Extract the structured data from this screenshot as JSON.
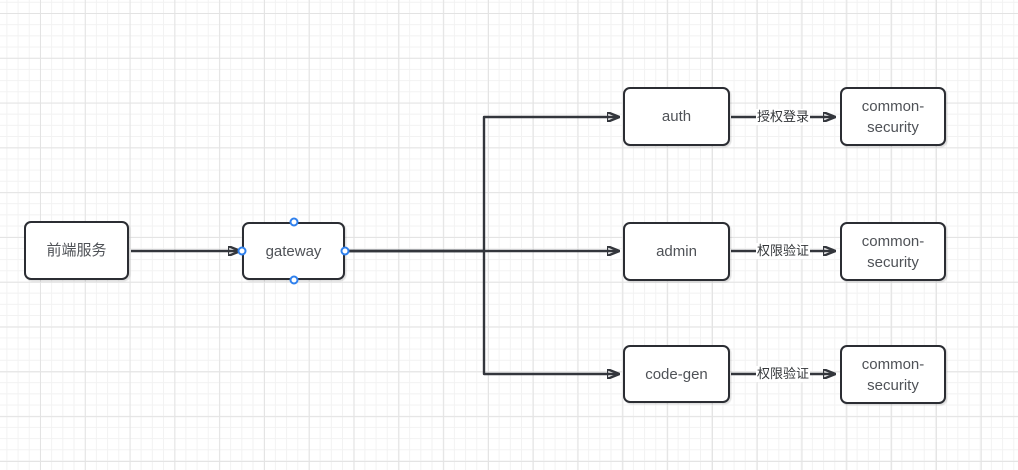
{
  "diagram": {
    "nodes": [
      {
        "id": "frontend",
        "label": "前端服务"
      },
      {
        "id": "gateway",
        "label": "gateway"
      },
      {
        "id": "auth",
        "label": "auth"
      },
      {
        "id": "admin",
        "label": "admin"
      },
      {
        "id": "code-gen",
        "label": "code-gen"
      },
      {
        "id": "common-security-1",
        "label": "common-security"
      },
      {
        "id": "common-security-2",
        "label": "common-security"
      },
      {
        "id": "common-security-3",
        "label": "common-security"
      }
    ],
    "edges": [
      {
        "from": "frontend",
        "to": "gateway",
        "label": ""
      },
      {
        "from": "gateway",
        "to": "auth",
        "label": ""
      },
      {
        "from": "gateway",
        "to": "admin",
        "label": ""
      },
      {
        "from": "gateway",
        "to": "code-gen",
        "label": ""
      },
      {
        "from": "auth",
        "to": "common-security-1",
        "label": "授权登录"
      },
      {
        "from": "admin",
        "to": "common-security-2",
        "label": "权限验证"
      },
      {
        "from": "code-gen",
        "to": "common-security-3",
        "label": "权限验证"
      }
    ],
    "selected_node": "gateway",
    "colors": {
      "canvas_bg": "#ffffff",
      "grid_minor": "#f2f2f2",
      "grid_major": "#e3e3e3",
      "node_border": "#2b2d33",
      "node_fill": "#ffffff",
      "node_text": "#4f5257",
      "edge": "#33363c",
      "edge_label_text": "#333639",
      "connection_point": "#2f80ed"
    }
  }
}
